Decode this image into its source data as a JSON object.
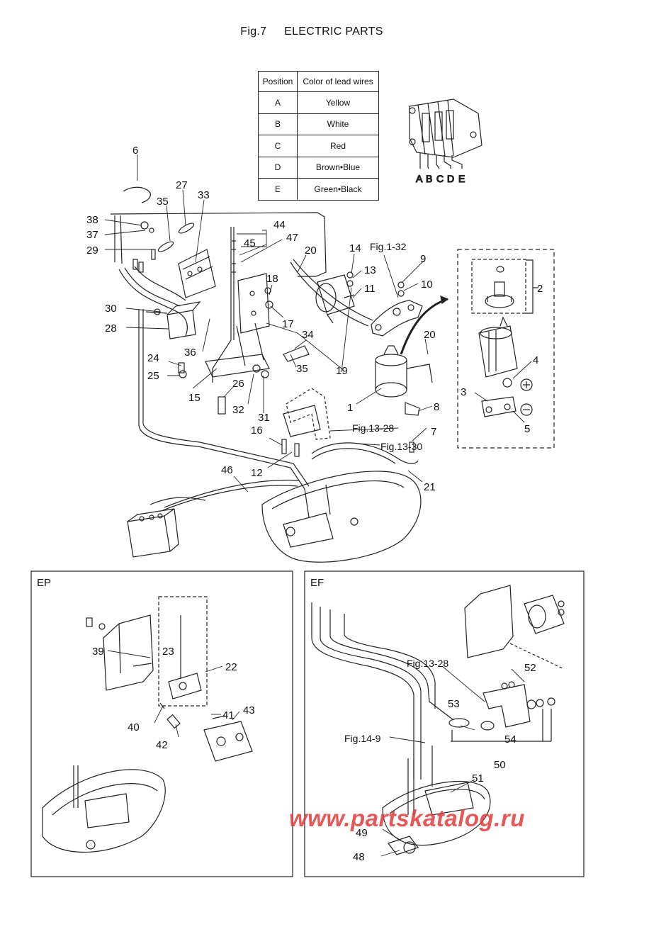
{
  "header": {
    "fig": "Fig.7",
    "title": "ELECTRIC PARTS"
  },
  "lead_table": {
    "headers": [
      "Position",
      "Color of lead wires"
    ],
    "rows": [
      [
        "A",
        "Yellow"
      ],
      [
        "B",
        "White"
      ],
      [
        "C",
        "Red"
      ],
      [
        "D",
        "Brown•Blue"
      ],
      [
        "E",
        "Green•Black"
      ]
    ]
  },
  "connector_letters": [
    "A",
    "B",
    "C",
    "D",
    "E"
  ],
  "refs": {
    "fig1_32": "Fig.1-32",
    "fig13_28": "Fig.13-28",
    "fig13_30": "Fig.13-30",
    "fig13_28_ef": "Fig.13-28",
    "fig14_9": "Fig.14-9"
  },
  "part_numbers": {
    "p1": "1",
    "p2": "2",
    "p3": "3",
    "p4": "4",
    "p5": "5",
    "p6": "6",
    "p7": "7",
    "p8": "8",
    "p9": "9",
    "p10": "10",
    "p11": "11",
    "p12": "12",
    "p13": "13",
    "p14": "14",
    "p15": "15",
    "p16": "16",
    "p17": "17",
    "p18": "18",
    "p19": "19",
    "p20a": "20",
    "p20b": "20",
    "p21": "21",
    "p22": "22",
    "p23": "23",
    "p24": "24",
    "p25": "25",
    "p26": "26",
    "p27": "27",
    "p28": "28",
    "p29": "29",
    "p30": "30",
    "p31": "31",
    "p32": "32",
    "p33": "33",
    "p34": "34",
    "p35a": "35",
    "p35b": "35",
    "p36": "36",
    "p37": "37",
    "p38": "38",
    "p39": "39",
    "p40": "40",
    "p41": "41",
    "p42": "42",
    "p43": "43",
    "p44": "44",
    "p45": "45",
    "p46": "46",
    "p47": "47",
    "p48": "48",
    "p49": "49",
    "p50": "50",
    "p51": "51",
    "p52": "52",
    "p53": "53",
    "p54": "54"
  },
  "polarity": {
    "plus": "+",
    "minus": "−"
  },
  "panels": {
    "ep": "EP",
    "ef": "EF"
  },
  "watermark": "www.partskatalog.ru"
}
